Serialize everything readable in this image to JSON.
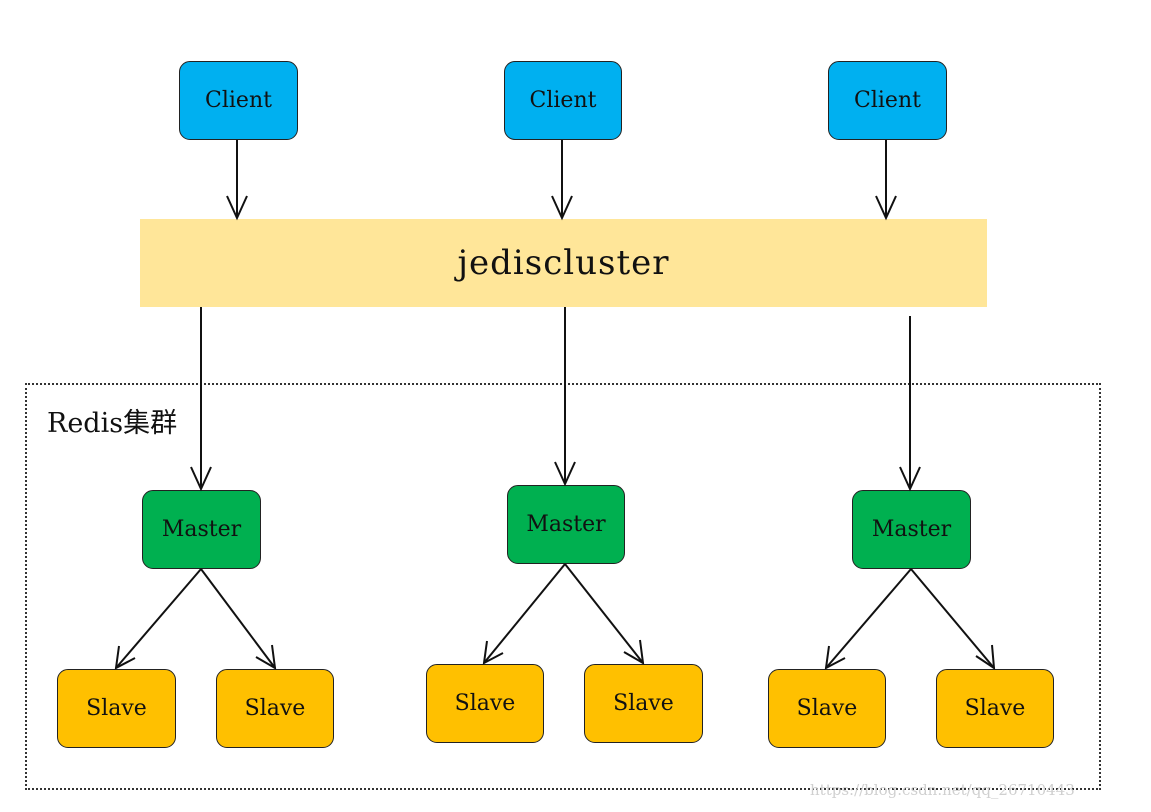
{
  "clients": [
    {
      "label": "Client"
    },
    {
      "label": "Client"
    },
    {
      "label": "Client"
    }
  ],
  "proxy": {
    "label": "jediscluster"
  },
  "cluster": {
    "label": "Redis集群"
  },
  "groups": [
    {
      "master": "Master",
      "slaves": [
        "Slave",
        "Slave"
      ]
    },
    {
      "master": "Master",
      "slaves": [
        "Slave",
        "Slave"
      ]
    },
    {
      "master": "Master",
      "slaves": [
        "Slave",
        "Slave"
      ]
    }
  ],
  "watermark": "https://blog.csdn.net/qq_26710443",
  "colors": {
    "client": "#00b0f0",
    "proxy": "#ffe699",
    "master": "#00b050",
    "slave": "#ffc000"
  }
}
